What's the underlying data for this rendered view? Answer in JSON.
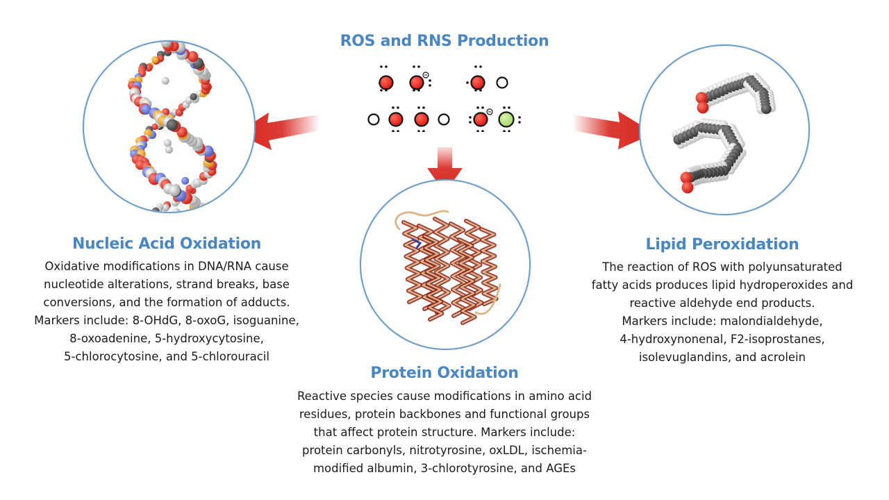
{
  "top": {
    "title": "ROS and RNS Production"
  },
  "nucleic": {
    "title": "Nucleic Acid Oxidation",
    "lines": [
      "Oxidative modifications in DNA/RNA cause",
      "nucleotide alterations, strand breaks, base",
      "conversions, and the formation of adducts.",
      "Markers include: 8-OHdG, 8-oxoG, isoguanine,",
      "8-oxoadenine, 5-hydroxycytosine,",
      "5-chlorocytosine, and 5-chlorouracil"
    ]
  },
  "protein": {
    "title": "Protein Oxidation",
    "lines": [
      "Reactive species cause modifications in amino acid",
      "residues, protein backbones and functional groups",
      "that affect protein structure. Markers include:",
      "protein carbonyls, nitrotyrosine, oxLDL, ischemia-",
      "modified albumin, 3-chlorotyrosine, and AGEs"
    ]
  },
  "lipid": {
    "title": "Lipid Peroxidation",
    "lines": [
      "The reaction of ROS with polyunsaturated",
      "fatty acids produces lipid hydroperoxides and",
      "reactive aldehyde end products.",
      "Markers include: malondialdehyde,",
      "4-hydroxynonenal, F2-isoprostanes,",
      "isolevuglandins, and acrolein"
    ]
  },
  "colors": {
    "title_blue": "#4a86c0",
    "circle_border": "#6d9cc6",
    "arrow_red": "#d7261f",
    "oxygen_red": "#e8231c",
    "chlorine_green": "#b7e27a"
  }
}
